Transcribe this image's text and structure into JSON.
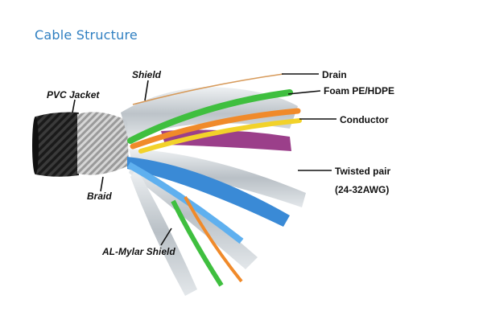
{
  "title": "Cable Structure",
  "labels": {
    "pvc_jacket": "PVC Jacket",
    "shield": "Shield",
    "braid": "Braid",
    "al_mylar_shield": "AL-Mylar Shield",
    "drain": "Drain",
    "foam": "Foam PE/HDPE",
    "conductor": "Conductor",
    "twisted_pair": "Twisted pair",
    "awg": "(24-32AWG)"
  },
  "colors": {
    "title": "#2f7fc1",
    "jacket": "#1c1c1c",
    "braid": "#b9b9b9",
    "foil": "#cfd4d8",
    "green": "#3fbf3f",
    "orange": "#f08a2a",
    "yellow": "#f2d22a",
    "purple": "#9b3f8a",
    "blue": "#3a8ad6",
    "drain": "#d79a5a"
  }
}
